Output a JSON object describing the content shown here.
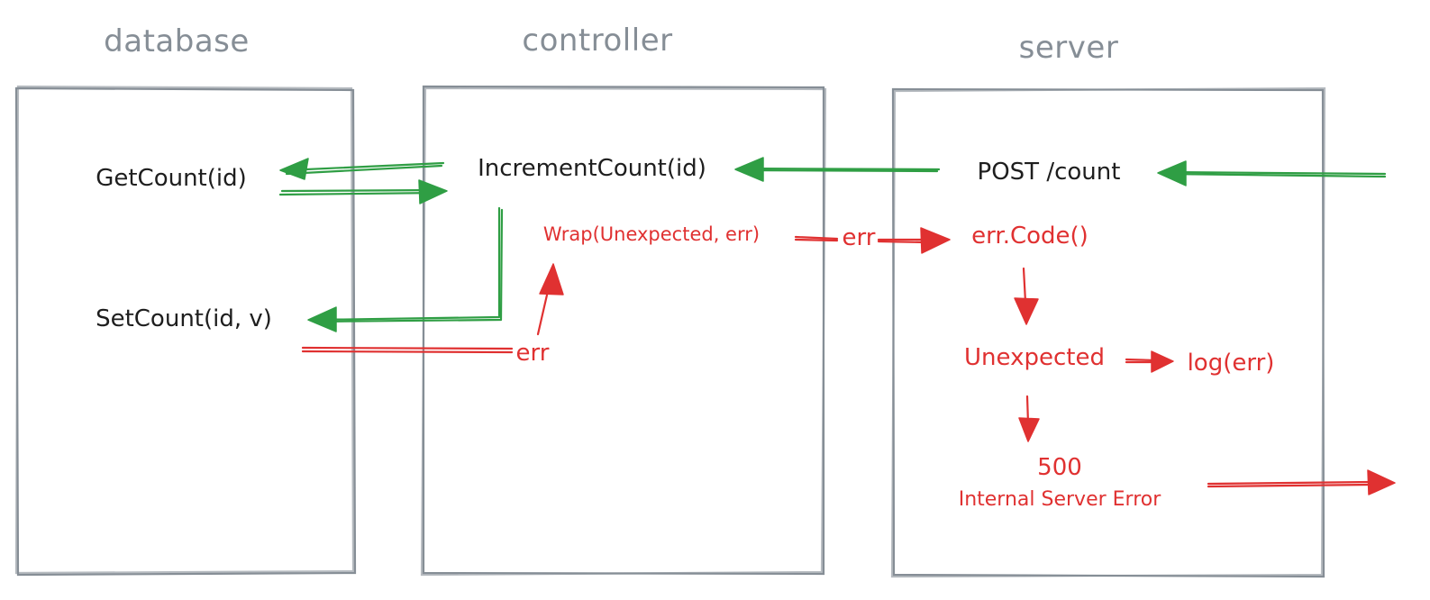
{
  "columns": {
    "database": "database",
    "controller": "controller",
    "server": "server"
  },
  "database": {
    "get_count": "GetCount(id)",
    "set_count": "SetCount(id, v)"
  },
  "controller": {
    "increment_count": "IncrementCount(id)",
    "wrap": "Wrap(Unexpected, err)",
    "err": "err"
  },
  "server": {
    "post": "POST /count",
    "err_code": "err.Code()",
    "unexpected": "Unexpected",
    "log": "log(err)",
    "status_code": "500",
    "status_text": "Internal Server Error"
  },
  "flow": {
    "err_between": "err"
  },
  "colors": {
    "box": "#868e96",
    "success": "#2f9e44",
    "error": "#e03131",
    "text": "#1e1e1e"
  }
}
